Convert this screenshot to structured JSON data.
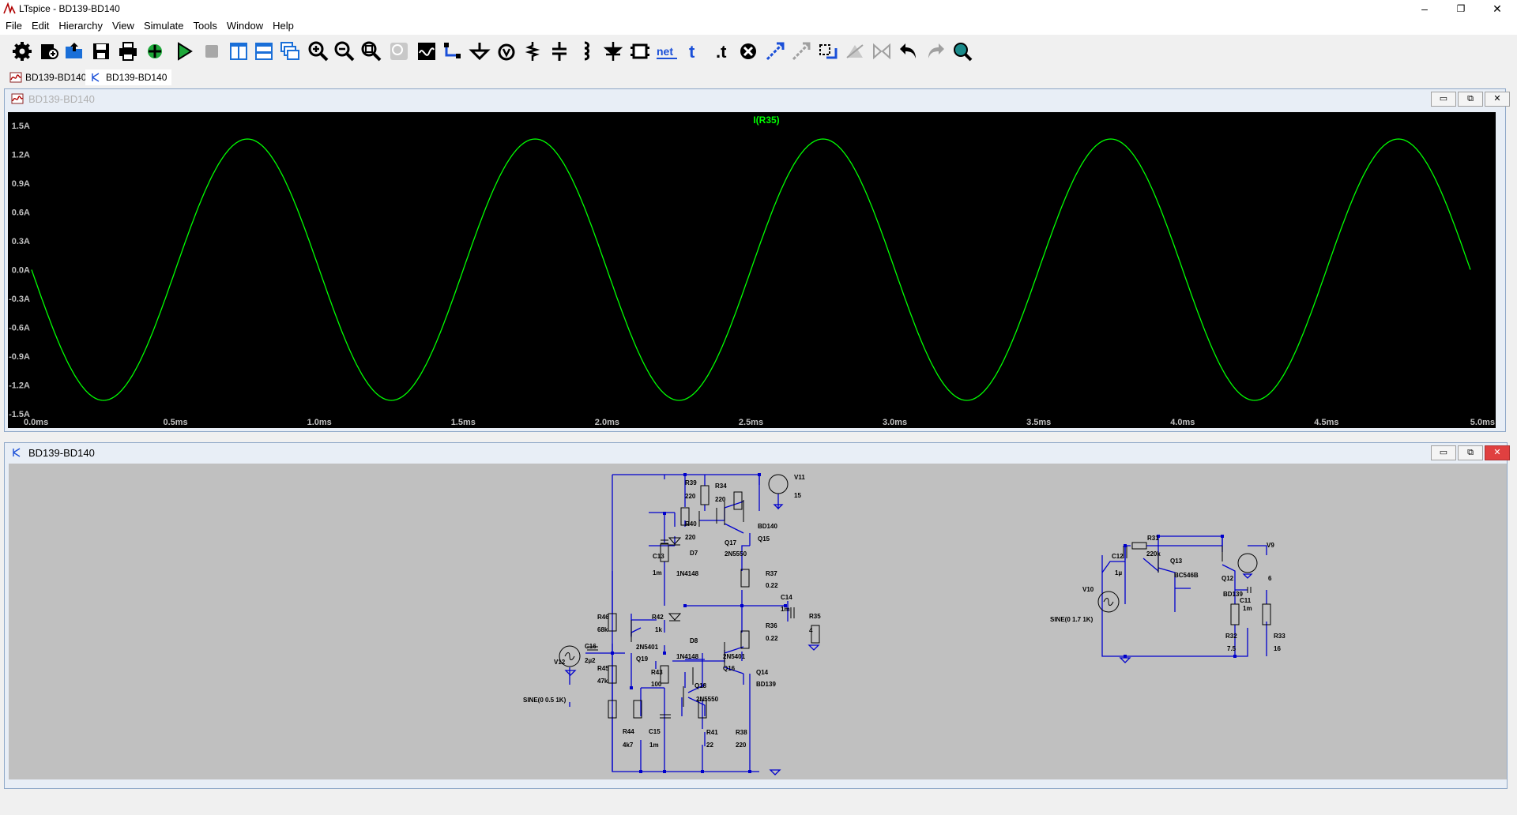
{
  "window": {
    "title": "LTspice - BD139-BD140",
    "minimize": "–",
    "maximize": "❐",
    "close": "✕"
  },
  "menu": [
    "File",
    "Edit",
    "Hierarchy",
    "View",
    "Simulate",
    "Tools",
    "Window",
    "Help"
  ],
  "toolbar_icons": [
    "settings-icon",
    "new-schematic-icon",
    "open-icon",
    "save-icon",
    "print-icon",
    "component-icon",
    "run-icon",
    "halt-icon",
    "tile-vertical-icon",
    "tile-horizontal-icon",
    "cascade-icon",
    "zoom-in-icon",
    "zoom-out-icon",
    "zoom-fit-icon",
    "zoom-back-icon",
    "autorange-icon",
    "wire-icon",
    "ground-icon",
    "label-net-icon",
    "resistor-icon",
    "capacitor-icon",
    "inductor-icon",
    "diode-icon",
    "component-box-icon",
    "spice-net-icon",
    "text-icon",
    "spice-directive-icon",
    "delete-icon",
    "move-icon",
    "drag-icon",
    "rotate-icon",
    "mirror-icon",
    "flip-icon",
    "undo-icon",
    "redo-icon",
    "find-icon"
  ],
  "tabs": [
    {
      "label": "BD139-BD140",
      "kind": "waveform"
    },
    {
      "label": "BD139-BD140",
      "kind": "schematic"
    }
  ],
  "plot_window": {
    "title": "BD139-BD140",
    "trace_label": "I(R35)",
    "trace_color": "#00ff00"
  },
  "schematic_window": {
    "title": "BD139-BD140"
  },
  "mdi_buttons": {
    "min": "▭",
    "restore": "⧉",
    "close": "✕"
  },
  "chart_data": {
    "type": "line",
    "title": "",
    "series": [
      {
        "name": "I(R35)",
        "amplitude": 1.36,
        "frequency_hz": 1000,
        "phase": "starts near 0.0A going negative"
      }
    ],
    "x_ticks": [
      "0.0ms",
      "0.5ms",
      "1.0ms",
      "1.5ms",
      "2.0ms",
      "2.5ms",
      "3.0ms",
      "3.5ms",
      "4.0ms",
      "4.5ms",
      "5.0ms"
    ],
    "y_ticks": [
      "1.5A",
      "1.2A",
      "0.9A",
      "0.6A",
      "0.3A",
      "0.0A",
      "-0.3A",
      "-0.6A",
      "-0.9A",
      "-1.2A",
      "-1.5A"
    ],
    "xlim": [
      0,
      5
    ],
    "ylim": [
      -1.5,
      1.5
    ],
    "background": "#000000",
    "axis_label_color": "#c0c0c0",
    "grid": false
  },
  "schematic": {
    "left_labels": {
      "r39": "R39",
      "r39v": "220",
      "r34": "R34",
      "r34v": "220",
      "v11": "V11",
      "v11v": "15",
      "r40": "R40",
      "r40v": "220",
      "bd140": "BD140",
      "q15": "Q15",
      "q17": "Q17",
      "n5550a": "2N5550",
      "d7": "D7",
      "c13": "C13",
      "c13v": "1m",
      "n4148a": "1N4148",
      "r37": "R37",
      "r37v": "0.22",
      "c14": "C14",
      "c14v": "1m",
      "r35": "R35",
      "r35v": "4",
      "r46": "R46",
      "r46v": "68k",
      "r42": "R42",
      "r42v": "1k",
      "r36": "R36",
      "r36v": "0.22",
      "d8": "D8",
      "c16": "C16",
      "c16v": "2µ2",
      "n5401a": "2N5401",
      "q19": "Q19",
      "n4148b": "1N4148",
      "n5401b": "2N5401",
      "q16": "Q16",
      "v12": "V12",
      "r45": "R45",
      "r45v": "47k",
      "r43": "R43",
      "r43v": "100",
      "q18": "Q18",
      "q14": "Q14",
      "bd139": "BD139",
      "sine1": "SINE(0 0.5 1K)",
      "n5550b": "2N5550",
      "r44": "R44",
      "r44v": "4k7",
      "c15": "C15",
      "c15v": "1m",
      "r41": "R41",
      "r41v": "22",
      "r38": "R38",
      "r38v": "220"
    },
    "right_labels": {
      "r31": "R31",
      "r31v": "220k",
      "c12": "C12",
      "c12v": "1µ",
      "q13": "Q13",
      "v10": "V10",
      "bc546": "BC546B",
      "q12": "Q12",
      "v9": "V9",
      "v9v": "6",
      "bd139": "BD139",
      "c11": "C11",
      "c11v": "1m",
      "sine2": "SINE(0 1.7 1K)",
      "r32": "R32",
      "r32v": "7.5",
      "r33": "R33",
      "r33v": "16"
    }
  }
}
